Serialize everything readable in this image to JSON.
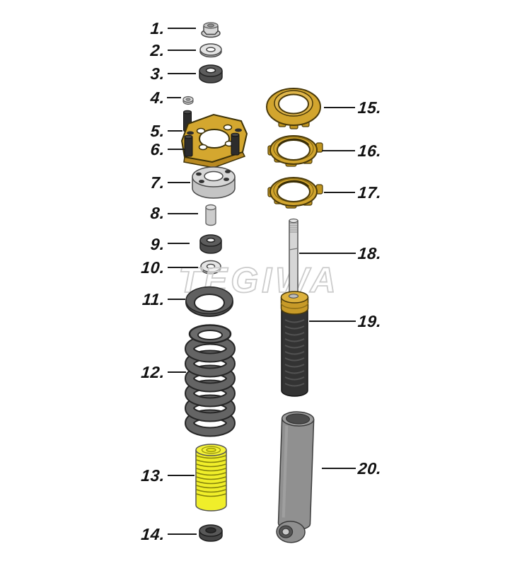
{
  "watermark": "TEGIWA",
  "colors": {
    "background": "#FFFFFF",
    "label_text": "#111111",
    "leader_line": "#1A1A1A",
    "gold": "#D2A52E",
    "yellow": "#F0EE2A",
    "dark_gray": "#4D4D4D",
    "light_gray": "#D6D6D6",
    "damper_black": "#333333",
    "sleeve_gray": "#909090",
    "watermark_outline": "#CCCCCC"
  },
  "parts": {
    "left": [
      {
        "label": "1."
      },
      {
        "label": "2."
      },
      {
        "label": "3."
      },
      {
        "label": "4."
      },
      {
        "label": "5."
      },
      {
        "label": "6."
      },
      {
        "label": "7."
      },
      {
        "label": "8."
      },
      {
        "label": "9."
      },
      {
        "label": "10."
      },
      {
        "label": "11."
      },
      {
        "label": "12."
      },
      {
        "label": "13."
      },
      {
        "label": "14."
      }
    ],
    "right": [
      {
        "label": "15."
      },
      {
        "label": "16."
      },
      {
        "label": "17."
      },
      {
        "label": "18."
      },
      {
        "label": "19."
      },
      {
        "label": "20."
      }
    ]
  }
}
